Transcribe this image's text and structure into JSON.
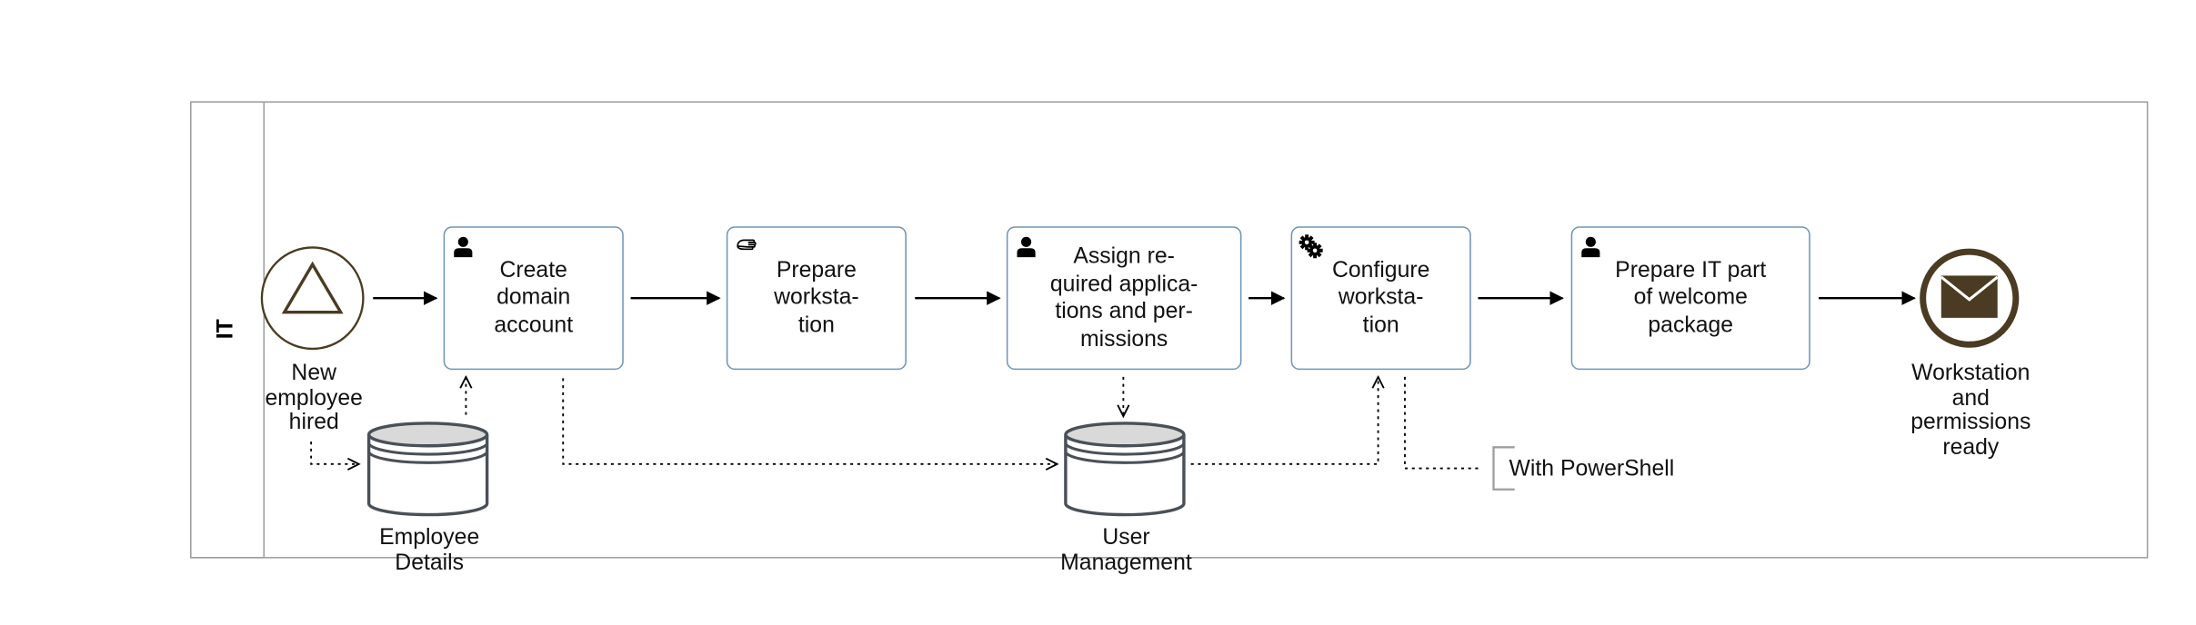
{
  "lane": {
    "title": "IT"
  },
  "start_event": {
    "label": "New\nemployee\nhired",
    "icon": "triangle-signal-icon"
  },
  "tasks": [
    {
      "label": "Create\ndomain\naccount",
      "icon": "user-icon"
    },
    {
      "label": "Prepare\nworksta-\ntion",
      "icon": "hand-icon"
    },
    {
      "label": "Assign re-\nquired applica-\ntions and per-\nmissions",
      "icon": "user-icon"
    },
    {
      "label": "Configure\nworksta-\ntion",
      "icon": "gear-icon"
    },
    {
      "label": "Prepare IT part\nof welcome\npackage",
      "icon": "user-icon"
    }
  ],
  "end_event": {
    "label": "Workstation\nand\npermissions\nready",
    "icon": "envelope-icon"
  },
  "data_stores": [
    {
      "label": "Employee\nDetails",
      "icon": "database-icon"
    },
    {
      "label": "User\nManagement",
      "icon": "database-icon"
    }
  ],
  "annotation": {
    "text": "With PowerShell"
  },
  "colors": {
    "pool_border": "#9e9e9e",
    "task_border": "#6f95ba",
    "event_ring": "#4a3b22",
    "end_event_fill": "#4a3b22",
    "datastore_stroke": "#4a5058",
    "datastore_top": "#d9d9d9"
  }
}
